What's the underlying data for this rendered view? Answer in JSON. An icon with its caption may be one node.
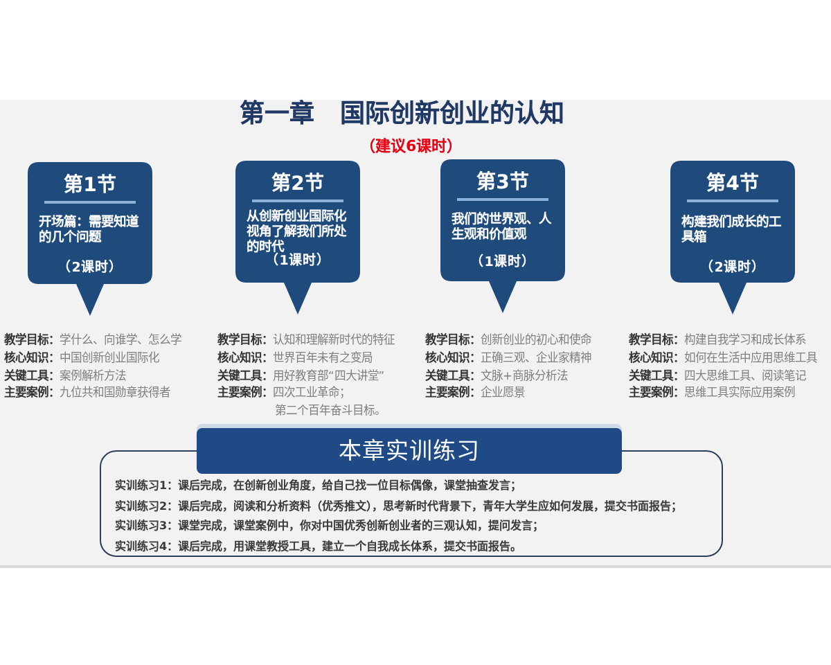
{
  "diagram": {
    "title": "第一章 国际创新创业的认知",
    "nodes": [
      {
        "text": [
          "第1节",
          "开场篇：需要知道的几个问题",
          "（2课时）"
        ],
        "beside": [
          "**教学目标：**学什么、向谁学、怎么学",
          "**核心知识：**中国创新创业国际化",
          "**关键工具：**案例解析方法",
          "**主要案例：**九位共和国勋章获得者"
        ]
      },
      {
        "text": [
          "第2节",
          "从创新创业国际化视角了解我们所处的时代",
          "（1课时）"
        ],
        "beside": [
          "**教学目标：**认知和理解新时代的特征",
          "**核心知识：**世界百年未有之变局",
          "**关键工具：**用好教育部“四大讲堂”",
          "**主要案例：**四次工业革命；第二个百年奋斗目标。"
        ]
      },
      {
        "text": [
          "第3节",
          "我们的世界观、人生观和价值观",
          "（1课时）"
        ],
        "beside": [
          "**教学目标：**创新创业的初心和使命",
          "**核心知识：**正确三观、企业家精神",
          "**关键工具：**文脉+商脉分析法",
          "**主要案例：**企业愿景"
        ]
      },
      {
        "text": [
          "第4节",
          "构建我们成长的工具箱",
          "（2课时）"
        ],
        "beside": [
          "**教学目标：**构建自我学习和成长体系",
          "**核心知识：**如何在生活中应用思维工具",
          "**关键工具：**四大思维工具、阅读笔记",
          "**主要案例：**思维工具实际应用案例"
        ]
      },
      {
        "text": [
          "本章实训练习"
        ]
      },
      {
        "text": [
          "实训练习1：课后完成，在创新创业角度，给自己找一位目标偶像，课堂抽查发言；",
          "实训练习2：课后完成，阅读和分析资料（优秀推文），思考新时代背景下，青年大学生应如何发展，提交书面报告；",
          "实训练习3：课堂完成，课堂案例中，你对中国优秀创新创业者的三观认知，提问发言；",
          "实训练习4：课后完成，用课堂教授工具，建立一个自我成长体系，提交书面报告。"
        ]
      }
    ],
    "labels": [
      "（建议6课时）"
    ]
  }
}
